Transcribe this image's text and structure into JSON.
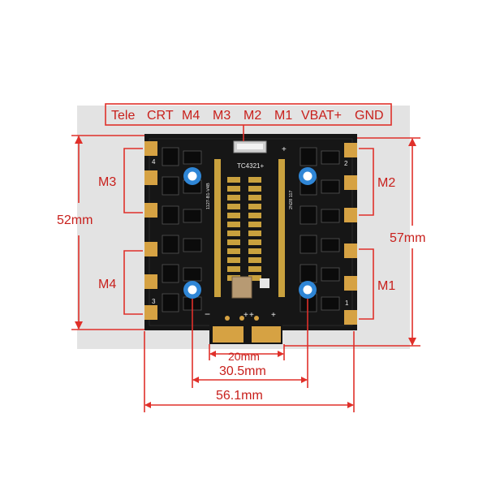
{
  "connector_label": [
    "Tele",
    "CRT",
    "M4",
    "M3",
    "M2",
    "M1",
    "VBAT+",
    "GND"
  ],
  "dimensions": {
    "width_mm": "56.1mm",
    "mount_mm": "30.5mm",
    "pad_mm": "20mm",
    "height_left": "52mm",
    "height_right": "57mm"
  },
  "motor_labels": {
    "m1": "M1",
    "m2": "M2",
    "m3": "M3",
    "m4": "M4"
  },
  "silkscreen": {
    "model": "TC4321+",
    "code_left": "1127-B1-V4B",
    "code_right": "2N28 117",
    "num_1": "1",
    "num_2": "2",
    "num_3": "3",
    "num_4": "4",
    "plus_sign": "+",
    "minus_sign": "−"
  },
  "colors": {
    "board": "#161616",
    "pad": "#d6a243",
    "hole_ring": "#2f86d6",
    "dimension": "#e0302a",
    "label": "#c8201c"
  }
}
